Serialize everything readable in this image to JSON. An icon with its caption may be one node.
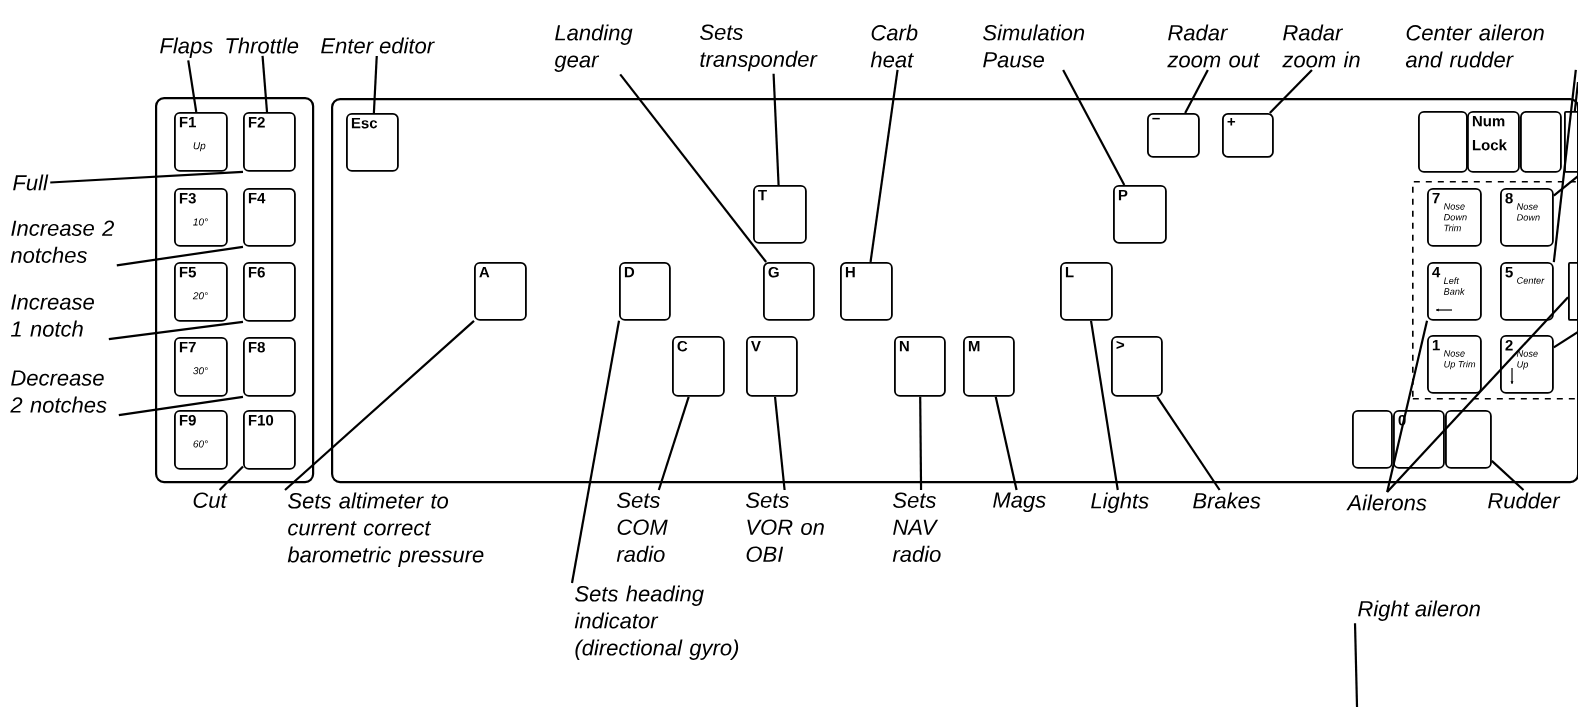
{
  "diagram": {
    "nodes": [
      {
        "text": [
          "Flaps"
        ]
      },
      {
        "text": [
          "Throttle"
        ]
      },
      {
        "text": [
          "Enter editor"
        ]
      },
      {
        "text": [
          "Landing gear"
        ]
      },
      {
        "text": [
          "Sets transponder"
        ]
      },
      {
        "text": [
          "Carb heat"
        ]
      },
      {
        "text": [
          "Simulation Pause"
        ]
      },
      {
        "text": [
          "Radar zoom out"
        ]
      },
      {
        "text": [
          "Radar zoom in"
        ]
      },
      {
        "text": [
          "Center aileron and rudder"
        ]
      },
      {
        "text": [],
        "shape": "box"
      },
      {
        "text": [
          "F1",
          "Up"
        ],
        "in": 10
      },
      {
        "text": [
          "F2"
        ],
        "in": 10
      },
      {
        "text": [
          "F3",
          "10°"
        ],
        "in": 10
      },
      {
        "text": [
          "F4"
        ],
        "in": 10
      },
      {
        "text": [
          "F5",
          "20°"
        ],
        "in": 10
      },
      {
        "text": [
          "F6"
        ],
        "in": 10
      },
      {
        "text": [
          "F7",
          "30°"
        ],
        "in": 10
      },
      {
        "text": [
          "F8"
        ],
        "in": 10
      },
      {
        "text": [
          "F9",
          "60°"
        ],
        "in": 10
      },
      {
        "text": [
          "F10"
        ],
        "in": 10
      },
      {
        "text": [],
        "shape": "box"
      },
      {
        "text": [
          "Esc"
        ],
        "in": 21
      },
      {
        "text": [
          "–"
        ],
        "in": 21
      },
      {
        "text": [
          "+"
        ],
        "in": 21
      },
      {
        "text": [],
        "shape": "box",
        "in": 21
      },
      {
        "text": [
          "Num Lock"
        ],
        "in": 21
      },
      {
        "text": [],
        "shape": "box",
        "in": 21
      },
      {
        "text": [],
        "shape": "box",
        "in": 21
      },
      {
        "text": [
          "T"
        ],
        "in": 21
      },
      {
        "text": [
          "P"
        ],
        "in": 21
      },
      {
        "text": [],
        "shape": "box",
        "in": 21
      },
      {
        "text": [
          "7",
          "Nose Down Trim"
        ],
        "in": 31
      },
      {
        "text": [
          "8",
          "Nose Down"
        ],
        "in": 31
      },
      {
        "text": [
          "A"
        ],
        "in": 21
      },
      {
        "text": [
          "D"
        ],
        "in": 21
      },
      {
        "text": [
          "G"
        ],
        "in": 21
      },
      {
        "text": [
          "H"
        ],
        "in": 21
      },
      {
        "text": [
          "L"
        ],
        "in": 21
      },
      {
        "text": [
          "4",
          "Left Bank"
        ],
        "in": 31
      },
      {
        "text": [
          "5",
          "Center"
        ],
        "in": 31
      },
      {
        "text": [],
        "shape": "box",
        "in": 31
      },
      {
        "text": [
          "C"
        ],
        "in": 21
      },
      {
        "text": [
          "V"
        ],
        "in": 21
      },
      {
        "text": [
          "N"
        ],
        "in": 21
      },
      {
        "text": [
          "M"
        ],
        "in": 21
      },
      {
        "text": [
          ">"
        ],
        "in": 21
      },
      {
        "text": [
          "1",
          "Nose Up Trim"
        ],
        "in": 31
      },
      {
        "text": [
          "2",
          "Nose Up"
        ],
        "in": 31
      },
      {
        "text": [],
        "shape": "box",
        "in": 21
      },
      {
        "text": [
          "0"
        ],
        "in": 21
      },
      {
        "text": [],
        "shape": "box",
        "in": 21
      },
      {
        "text": [
          "Full"
        ]
      },
      {
        "text": [
          "Increase 2 notches"
        ]
      },
      {
        "text": [
          "Increase 1 notch"
        ]
      },
      {
        "text": [
          "Decrease 2 notches"
        ]
      },
      {
        "text": [
          "Cut"
        ]
      },
      {
        "text": [
          "Sets altimeter to current correct barometric pressure"
        ]
      },
      {
        "text": [
          "Sets COM radio"
        ]
      },
      {
        "text": [
          "Sets VOR on OBI"
        ]
      },
      {
        "text": [
          "Sets NAV radio"
        ]
      },
      {
        "text": [
          "Mags"
        ]
      },
      {
        "text": [
          "Lights"
        ]
      },
      {
        "text": [
          "Brakes"
        ]
      },
      {
        "text": [
          "Ailerons"
        ]
      },
      {
        "text": [
          "Rudder"
        ]
      },
      {
        "text": [
          "Sets heading indicator (directional gyro)"
        ]
      },
      {
        "text": [
          "Right aileron"
        ]
      }
    ],
    "edges": [
      {
        "from": 0,
        "to": 11,
        "arrow": "none"
      },
      {
        "from": 1,
        "to": 12,
        "arrow": "none"
      },
      {
        "from": 2,
        "to": 22,
        "arrow": "none"
      },
      {
        "from": 3,
        "to": 36,
        "arrow": "none"
      },
      {
        "from": 4,
        "to": 29,
        "arrow": "none"
      },
      {
        "from": 5,
        "to": 37,
        "arrow": "none"
      },
      {
        "from": 6,
        "to": 30,
        "arrow": "none"
      },
      {
        "from": 7,
        "to": 23,
        "arrow": "none"
      },
      {
        "from": 8,
        "to": 24,
        "arrow": "none"
      },
      {
        "from": 9,
        "to": 40,
        "arrow": "none"
      },
      {
        "from": 52,
        "to": 12,
        "arrow": "none"
      },
      {
        "from": 53,
        "to": 14,
        "arrow": "none"
      },
      {
        "from": 54,
        "to": 16,
        "arrow": "none"
      },
      {
        "from": 55,
        "to": 18,
        "arrow": "none"
      },
      {
        "from": 56,
        "to": 20,
        "arrow": "none"
      },
      {
        "from": 57,
        "to": 34,
        "arrow": "none"
      },
      {
        "from": 58,
        "to": 42,
        "arrow": "none"
      },
      {
        "from": 59,
        "to": 43,
        "arrow": "none"
      },
      {
        "from": 60,
        "to": 44,
        "arrow": "none"
      },
      {
        "from": 61,
        "to": 45,
        "arrow": "none"
      },
      {
        "from": 62,
        "to": 38,
        "arrow": "none"
      },
      {
        "from": 63,
        "to": 46,
        "arrow": "none"
      },
      {
        "from": 64,
        "to": 39,
        "arrow": "none"
      },
      {
        "from": 64,
        "to": 41,
        "arrow": "none"
      },
      {
        "from": 65,
        "to": 51,
        "arrow": "none"
      },
      {
        "from": 66,
        "to": 35,
        "arrow": "none"
      },
      {
        "from": 67,
        "to": null,
        "arrow": "none"
      },
      {
        "from": null,
        "to": 33,
        "arrow": "none"
      },
      {
        "from": null,
        "to": 28,
        "arrow": "none"
      },
      {
        "from": null,
        "to": 48,
        "arrow": "none"
      }
    ]
  }
}
